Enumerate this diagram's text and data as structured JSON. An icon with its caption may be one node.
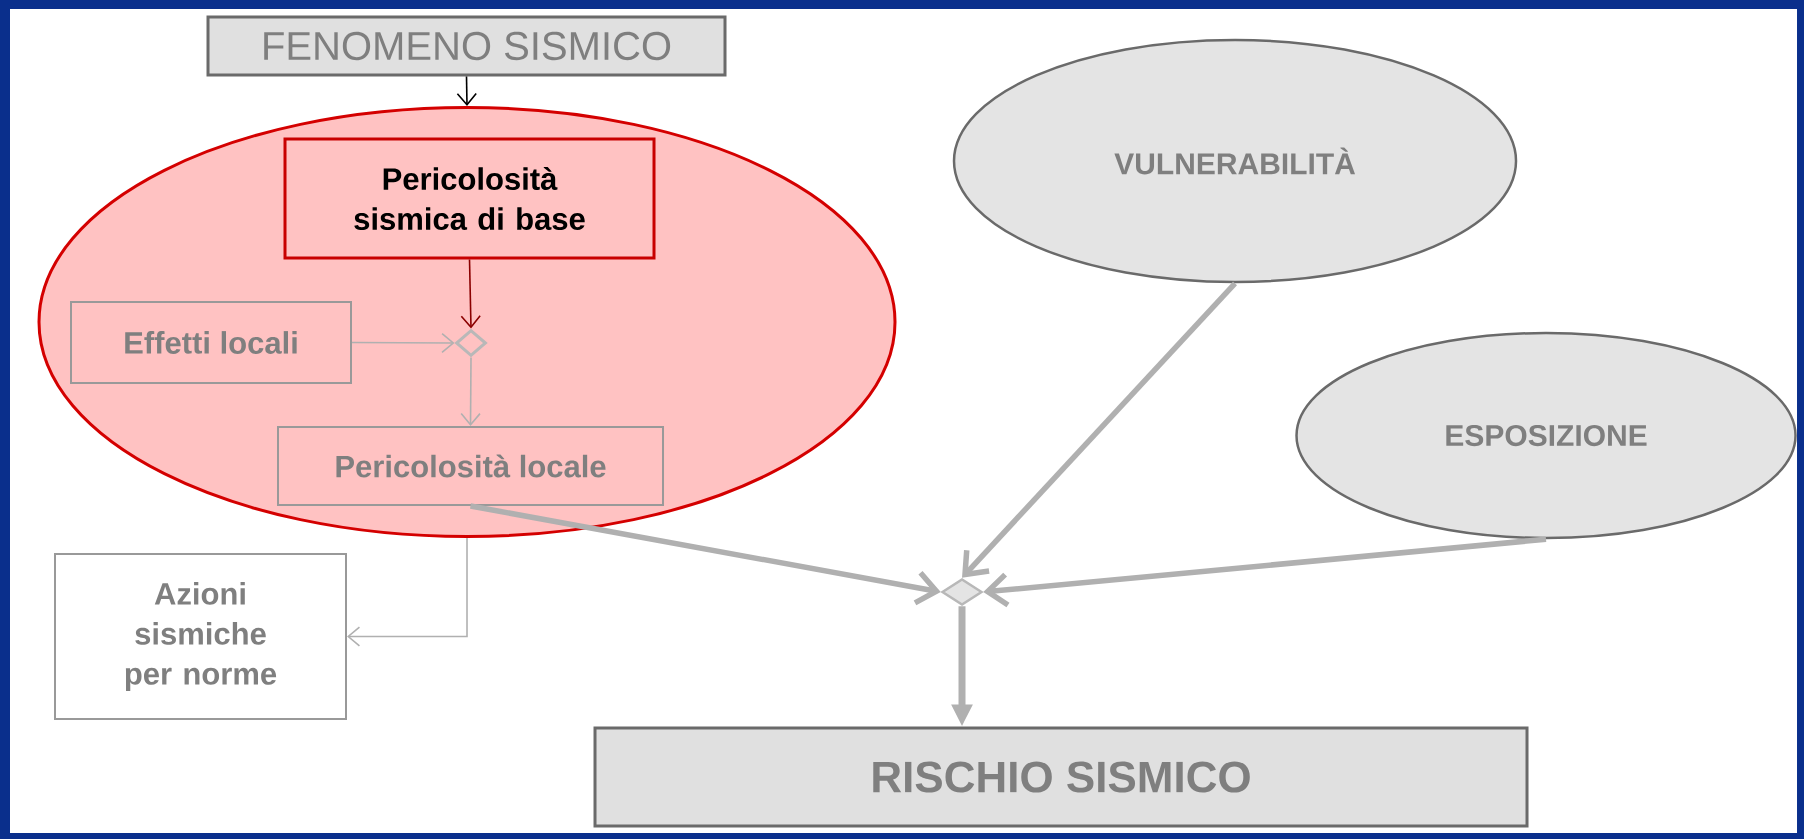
{
  "diagram": {
    "nodes": [
      {
        "text": [
          "FENOMENO SISMICO"
        ]
      },
      {
        "text": [],
        "shape": "ellipse"
      },
      {
        "text": [
          "Pericolosità sismica di base"
        ],
        "in": 1
      },
      {
        "text": [
          "Effetti locali"
        ],
        "in": 1
      },
      {
        "text": [],
        "shape": "diamond",
        "in": 1
      },
      {
        "text": [
          "Pericolosità locale"
        ],
        "in": 1
      },
      {
        "text": [
          "Azioni sismiche per norme"
        ]
      },
      {
        "text": [
          "VULNERABILITÀ"
        ]
      },
      {
        "text": [
          "ESPOSIZIONE"
        ]
      },
      {
        "text": [],
        "shape": "diamond"
      },
      {
        "text": [
          "RISCHIO SISMICO"
        ]
      }
    ],
    "edges": [
      {
        "from": 0,
        "to": 1,
        "arrow": "to",
        "color": "#000000"
      },
      {
        "from": 2,
        "to": 4,
        "arrow": "to",
        "color": "#8b0000"
      },
      {
        "from": 3,
        "to": 4,
        "arrow": "to"
      },
      {
        "from": 4,
        "to": 5,
        "arrow": "to"
      },
      {
        "from": 1,
        "to": 6,
        "arrow": "to"
      },
      {
        "from": 5,
        "to": 9,
        "arrow": "to",
        "style": "thick"
      },
      {
        "from": 7,
        "to": 9,
        "arrow": "to",
        "style": "thick"
      },
      {
        "from": 8,
        "to": 9,
        "arrow": "to",
        "style": "thick"
      },
      {
        "from": 9,
        "to": 10,
        "arrow": "to",
        "style": "thick"
      }
    ]
  }
}
